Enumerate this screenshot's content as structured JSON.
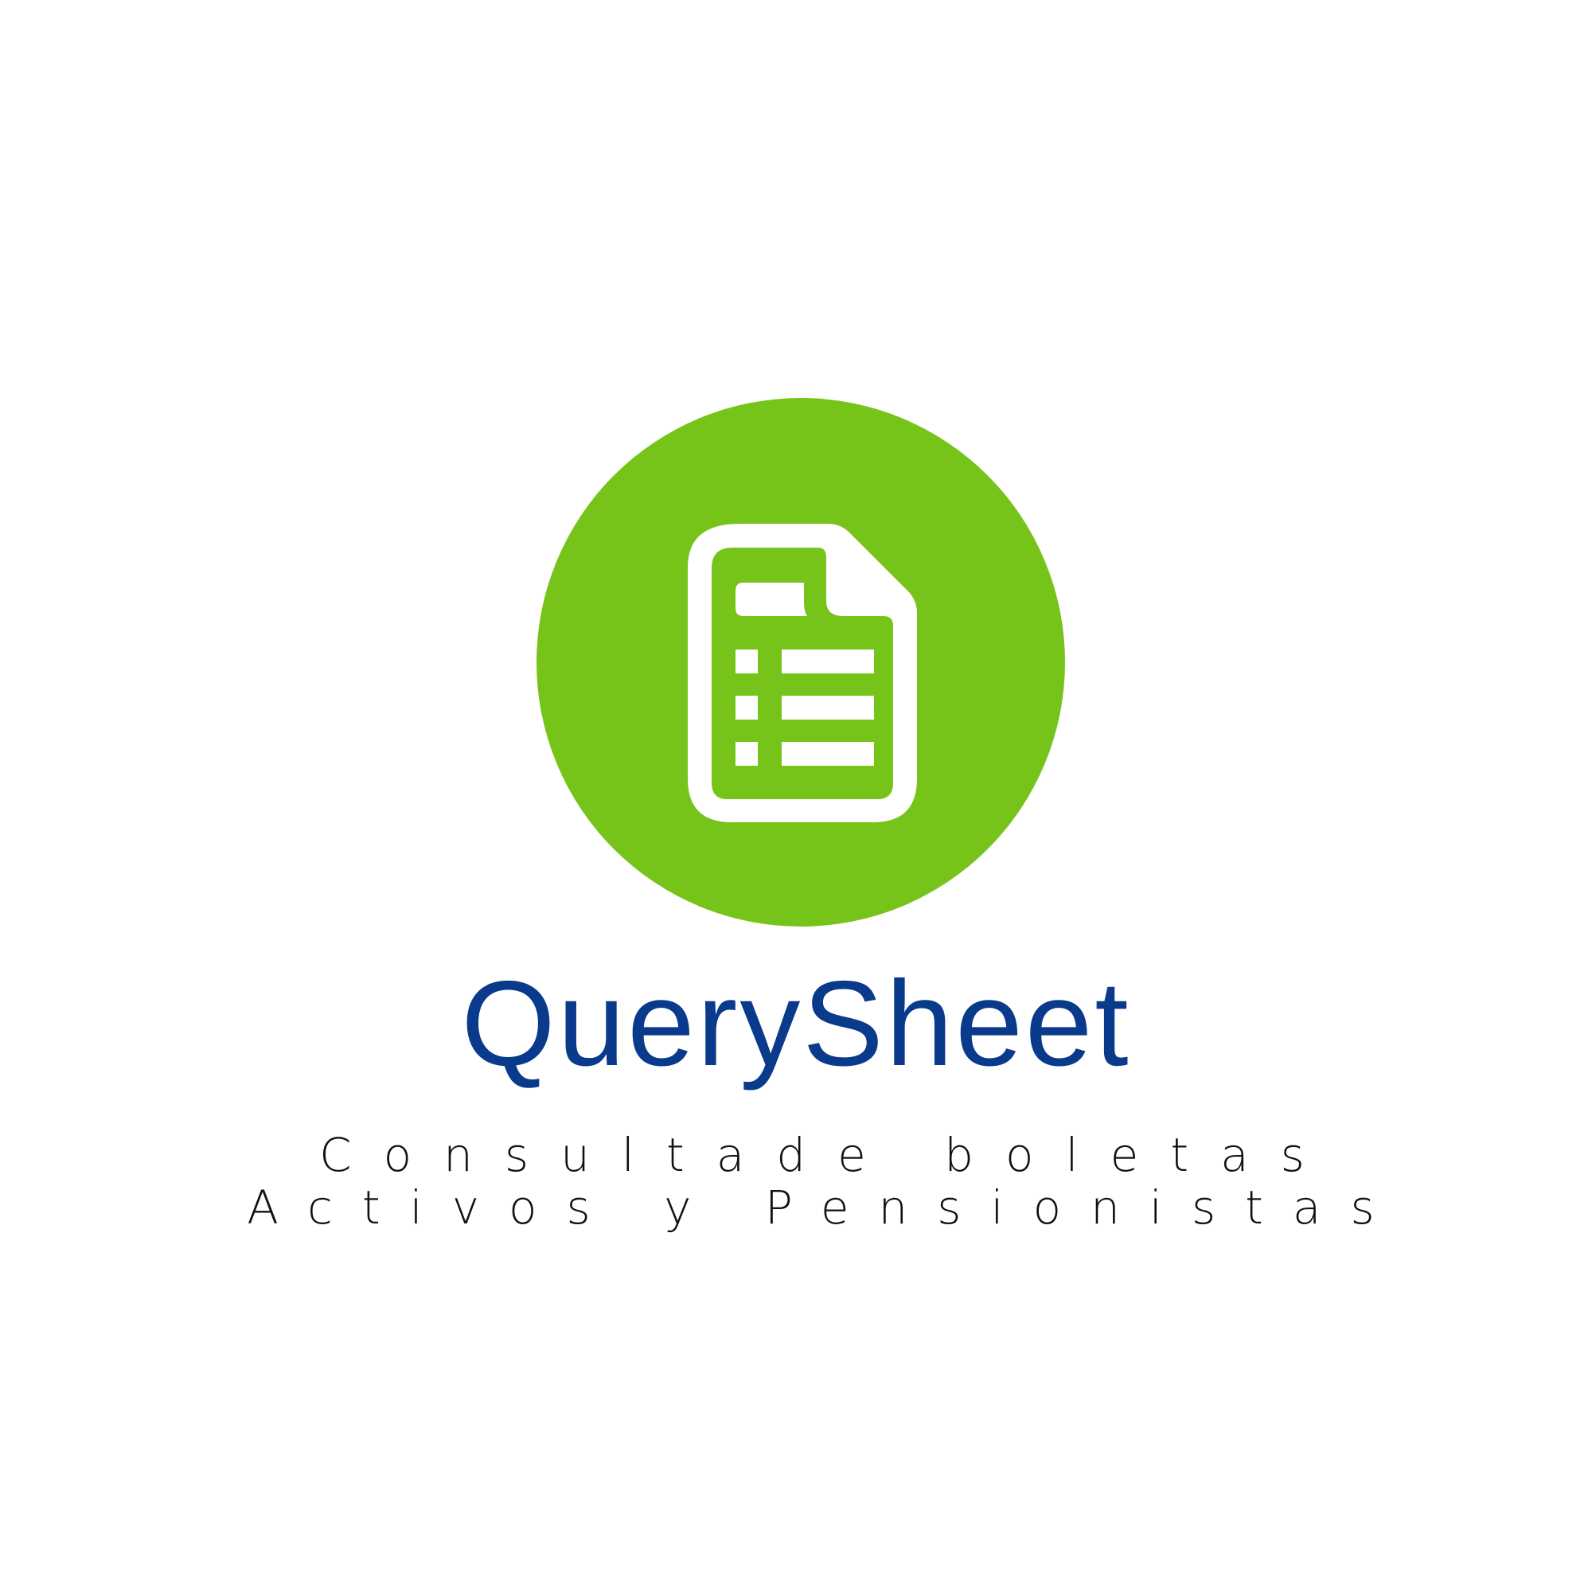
{
  "logo": {
    "icon": "spreadsheet-document-icon",
    "circle_color": "#76c41a",
    "icon_color": "#ffffff"
  },
  "brand": {
    "name": "QuerySheet",
    "color": "#0a3a8c"
  },
  "tagline": {
    "line1": "Consultade boletas",
    "line2": "Activos y Pensionistas",
    "color": "#111111"
  }
}
